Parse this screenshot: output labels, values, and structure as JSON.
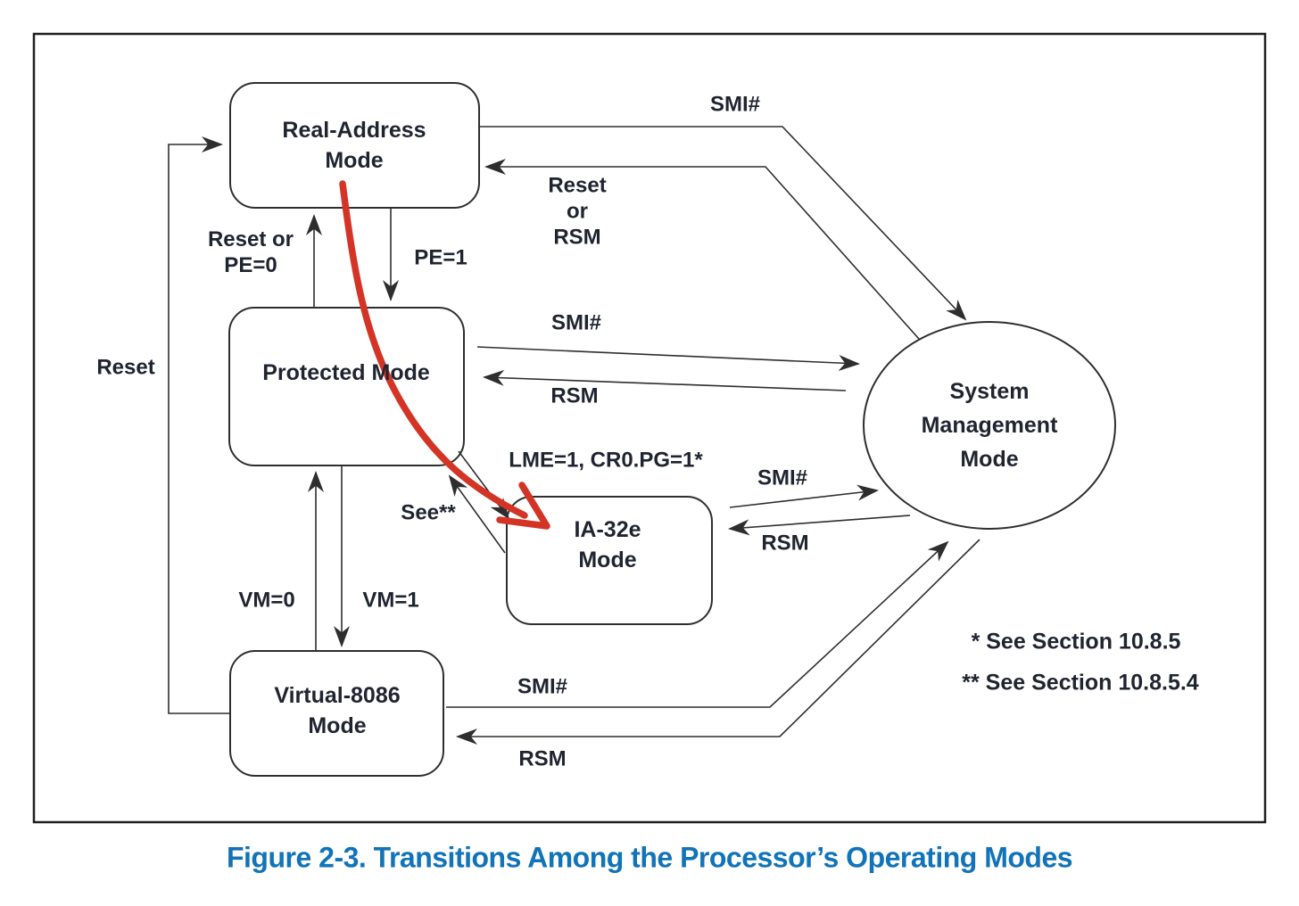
{
  "figure": {
    "caption": "Figure 2-3.  Transitions Among the Processor’s Operating Modes"
  },
  "nodes": {
    "real": {
      "line1": "Real-Address",
      "line2": "Mode"
    },
    "protected": {
      "label": "Protected Mode"
    },
    "ia32e": {
      "line1": "IA-32e",
      "line2": "Mode"
    },
    "v86": {
      "line1": "Virtual-8086",
      "line2": "Mode"
    },
    "smm": {
      "line1": "System",
      "line2": "Management",
      "line3": "Mode"
    }
  },
  "edges": {
    "real_to_smm": "SMI#",
    "smm_to_real": {
      "l1": "Reset",
      "l2": "or",
      "l3": "RSM"
    },
    "real_to_protected": "PE=1",
    "protected_to_real": {
      "l1": "Reset or",
      "l2": "PE=0"
    },
    "v86_to_real": "Reset",
    "protected_to_smm": "SMI#",
    "smm_to_protected": "RSM",
    "protected_to_ia32e": "LME=1, CR0.PG=1*",
    "ia32e_to_protected": "See**",
    "ia32e_to_smm": "SMI#",
    "smm_to_ia32e": "RSM",
    "v86_to_protected": "VM=0",
    "protected_to_v86": "VM=1",
    "v86_to_smm": "SMI#",
    "smm_to_v86": "RSM"
  },
  "footnotes": {
    "first": "* See Section 10.8.5",
    "second": "** See Section 10.8.5.4"
  },
  "colors": {
    "line": "#2e2e2e",
    "text": "#1f2430",
    "caption_blue": "#1173b8",
    "annotation_red": "#d43425"
  }
}
